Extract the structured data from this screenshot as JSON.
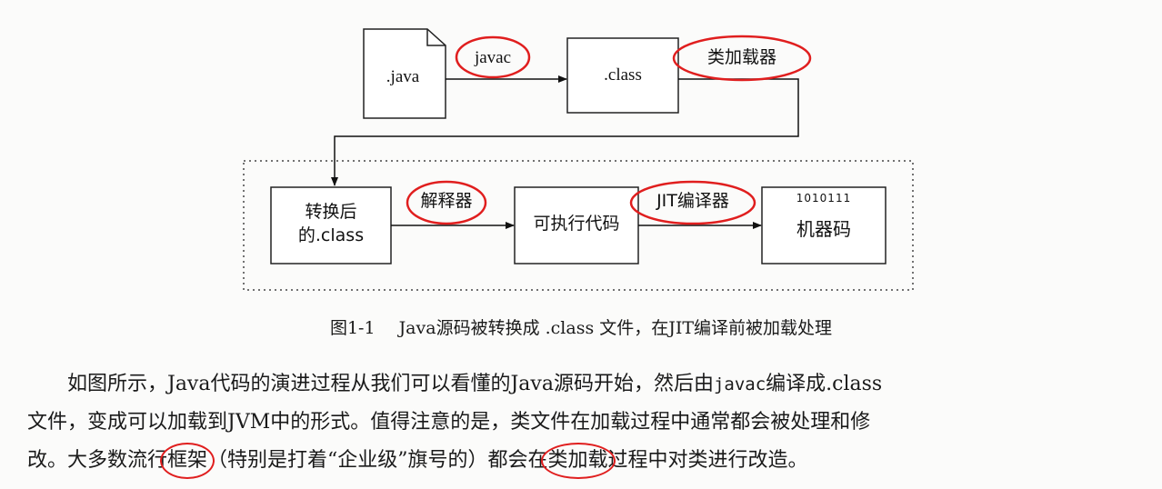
{
  "diagram": {
    "source_file": ".java",
    "compiler": "javac",
    "class_file": ".class",
    "class_loader": "类加载器",
    "transformed": [
      "转换后",
      "的.class"
    ],
    "interpreter": "解释器",
    "executable": "可执行代码",
    "jit": "JIT编译器",
    "binary": "1010111",
    "machine_code": "机器码",
    "highlight_color": "#e01e1e"
  },
  "caption": {
    "number": "图1-1",
    "text": "Java源码被转换成 .class 文件，在JIT编译前被加载处理"
  },
  "paragraph": {
    "line1_a": "如图所示，Java代码的演进过程从我们可以看懂的Java源码开始，然后由",
    "line1_code": "javac",
    "line1_b": "编译成.class",
    "line2": "文件，变成可以加载到JVM中的形式。值得注意的是，类文件在加载过程中通常都会被处理和修",
    "line3_a": "改。大多数流行",
    "line3_hl1": "框架",
    "line3_b": "（特别是打着“企业级”旗号的）都会在",
    "line3_hl2": "类加载",
    "line3_c": "过程中对类进行改造。"
  }
}
